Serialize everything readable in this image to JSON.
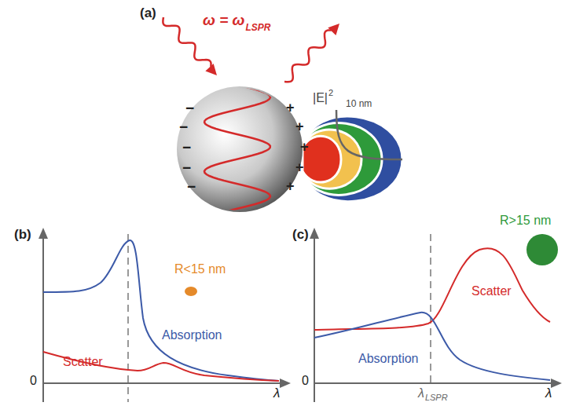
{
  "diagram": {
    "labels": [
      "(a)",
      "ω = ω",
      "LSPR",
      "−",
      "−",
      "−",
      "−",
      "−",
      "+",
      "+",
      "+",
      "+",
      "+",
      "|E|",
      "2",
      "10 nm",
      "(b)",
      "R<15 nm",
      "Scatter",
      "Absorption",
      "0",
      "λ",
      "(c)",
      "R>15 nm",
      "Scatter",
      "Absorption",
      "λ",
      "LSPR",
      "0",
      "λ"
    ]
  }
}
